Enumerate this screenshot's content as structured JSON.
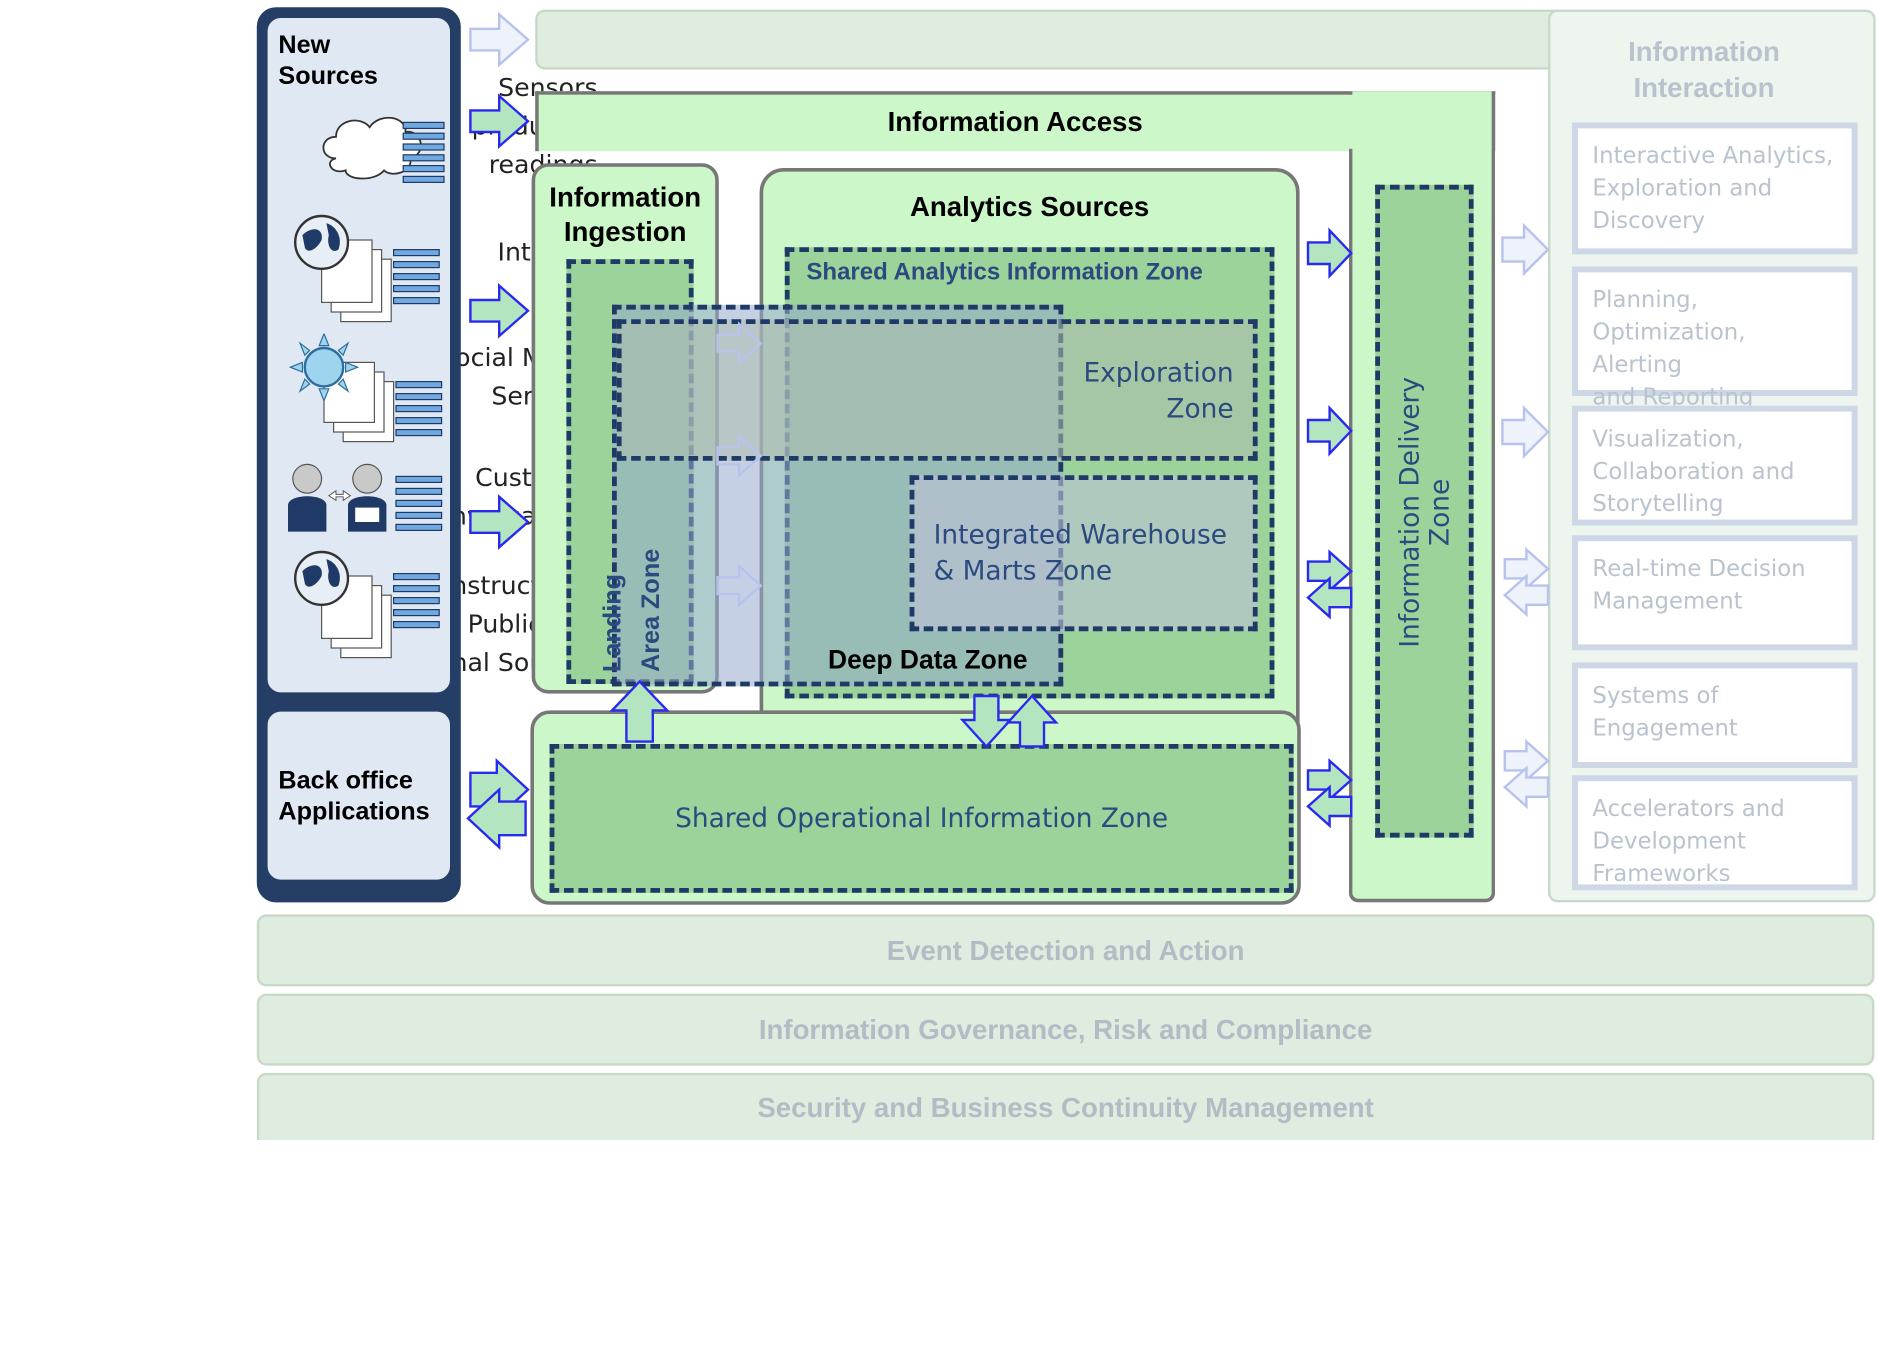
{
  "left_labels": [
    "Sensors\nproducing\nreadings",
    "Internet",
    "Social Media \nServices",
    "Customer\nConversations",
    "Unstructured\nPublic and\nInternal Sources"
  ],
  "new_sources": "New\nSources",
  "back_office": "Back office\nApplications",
  "information_access": "Information Access",
  "information_ingestion": "Information\nIngestion",
  "landing_area_zone": "Landing\nArea Zone",
  "analytics_sources": "Analytics Sources",
  "shared_analytics_zone": "Shared Analytics Information Zone",
  "exploration_zone": "Exploration\nZone",
  "integrated_warehouse_zone": "Integrated Warehouse\n& Marts Zone",
  "deep_data_zone": "Deep Data Zone",
  "shared_operational_zone": "Shared Operational Information Zone",
  "information_delivery_zone": "Information Delivery Zone",
  "information_interaction": "Information\nInteraction",
  "interaction_items": [
    "Interactive Analytics,\nExploration and\nDiscovery",
    "Planning,\nOptimization, Alerting\nand Reporting",
    "Visualization,\nCollaboration and\nStorytelling",
    "Real-time Decision\nManagement",
    "Systems of\nEngagement",
    "Accelerators and\nDevelopment\nFrameworks"
  ],
  "bottom_bars": [
    "Event Detection and Action",
    "Information Governance, Risk and Compliance",
    "Security and Business Continuity Management"
  ],
  "icons": [
    "cloud-data-icon",
    "globe-documents-icon",
    "sun-documents-icon",
    "people-conversation-icon",
    "globe-documents-icon"
  ],
  "colors": {
    "zone_border": "#1f3a66",
    "panel_fill": "#ccf7c8",
    "arrow_blue": "#2a2aee",
    "arrow_fill": "#b3e6c0",
    "faded_text": "#b9c3cf"
  }
}
